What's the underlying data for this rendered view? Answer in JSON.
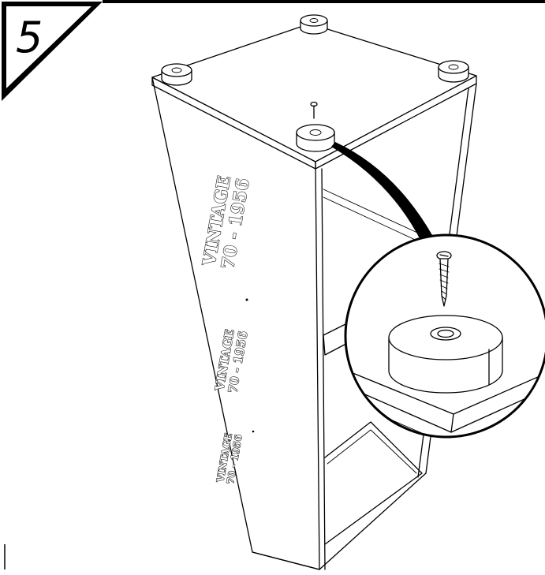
{
  "step": {
    "number": "5"
  },
  "stamps": [
    {
      "line1": "VINTAGE",
      "line2": "70 - 1956"
    },
    {
      "line1": "VINTAGE",
      "line2": "70 - 1956"
    },
    {
      "line1": "VINTAGE",
      "line2": "70 - 1956"
    }
  ],
  "icons": {
    "feet": "foot-pad-icon",
    "screw": "screw-icon",
    "detail": "magnifier-detail-icon"
  },
  "colors": {
    "ink": "#000000",
    "paper": "#ffffff"
  }
}
